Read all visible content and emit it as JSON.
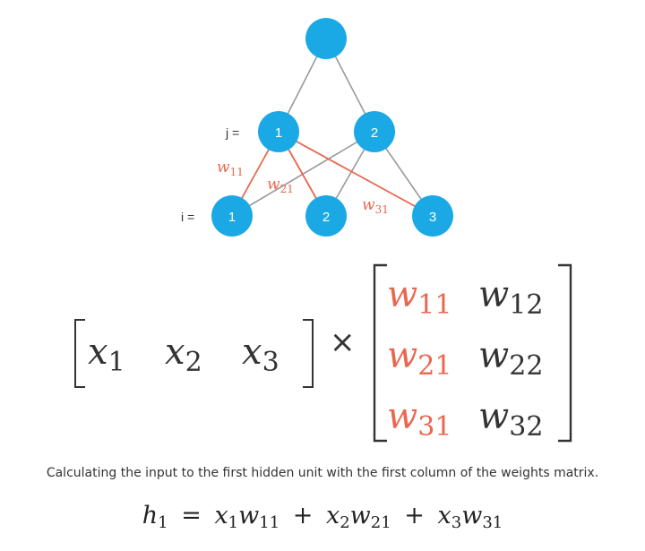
{
  "network": {
    "j_label": "j =",
    "i_label": "i =",
    "hidden_nodes": [
      "1",
      "2"
    ],
    "input_nodes": [
      "1",
      "2",
      "3"
    ],
    "weight_labels": {
      "w11": "w",
      "w11_sub": "11",
      "w21": "w",
      "w21_sub": "21",
      "w31": "w",
      "w31_sub": "31"
    },
    "colors": {
      "node": "#1ba9e6",
      "highlight_edge": "#e9674f",
      "edge": "#9a9a9a",
      "label_red": "#e9674f",
      "text": "#333333"
    }
  },
  "row_vector": [
    {
      "symbol": "x",
      "sub": "1"
    },
    {
      "symbol": "x",
      "sub": "2"
    },
    {
      "symbol": "x",
      "sub": "3"
    }
  ],
  "times_symbol": "×",
  "weights_matrix": [
    [
      {
        "symbol": "w",
        "sub": "11",
        "highlight": true
      },
      {
        "symbol": "w",
        "sub": "12",
        "highlight": false
      }
    ],
    [
      {
        "symbol": "w",
        "sub": "21",
        "highlight": true
      },
      {
        "symbol": "w",
        "sub": "22",
        "highlight": false
      }
    ],
    [
      {
        "symbol": "w",
        "sub": "31",
        "highlight": true
      },
      {
        "symbol": "w",
        "sub": "32",
        "highlight": false
      }
    ]
  ],
  "caption": "Calculating the input to the first hidden unit with the first column of the weights matrix.",
  "equation": {
    "lhs": {
      "symbol": "h",
      "sub": "1"
    },
    "equals": "=",
    "plus": "+",
    "terms": [
      {
        "x": "x",
        "x_sub": "1",
        "w": "w",
        "w_sub": "11"
      },
      {
        "x": "x",
        "x_sub": "2",
        "w": "w",
        "w_sub": "21"
      },
      {
        "x": "x",
        "x_sub": "3",
        "w": "w",
        "w_sub": "31"
      }
    ]
  }
}
